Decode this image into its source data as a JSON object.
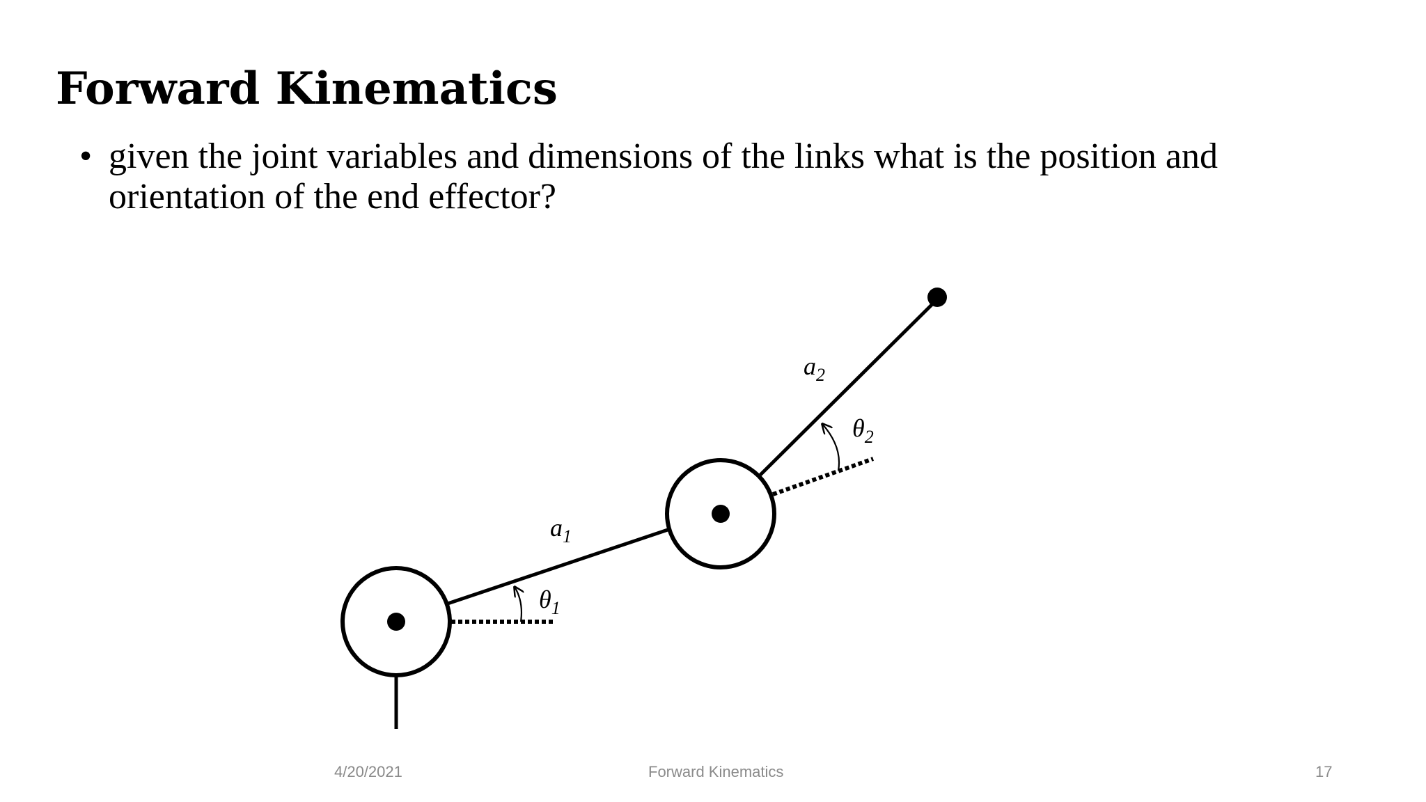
{
  "slide": {
    "title": "Forward Kinematics",
    "bullets": [
      {
        "marker": "•",
        "text": "given the joint variables and dimensions of the links what is the position and orientation of the end effector?"
      }
    ]
  },
  "diagram": {
    "labels": {
      "a1_base": "a",
      "a1_sub": "1",
      "a2_base": "a",
      "a2_sub": "2",
      "theta1_base": "θ",
      "theta1_sub": "1",
      "theta2_base": "θ",
      "theta2_sub": "2"
    },
    "colors": {
      "stroke": "#000000",
      "fill": "#ffffff"
    }
  },
  "footer": {
    "date": "4/20/2021",
    "title": "Forward Kinematics",
    "page_number": "17"
  }
}
